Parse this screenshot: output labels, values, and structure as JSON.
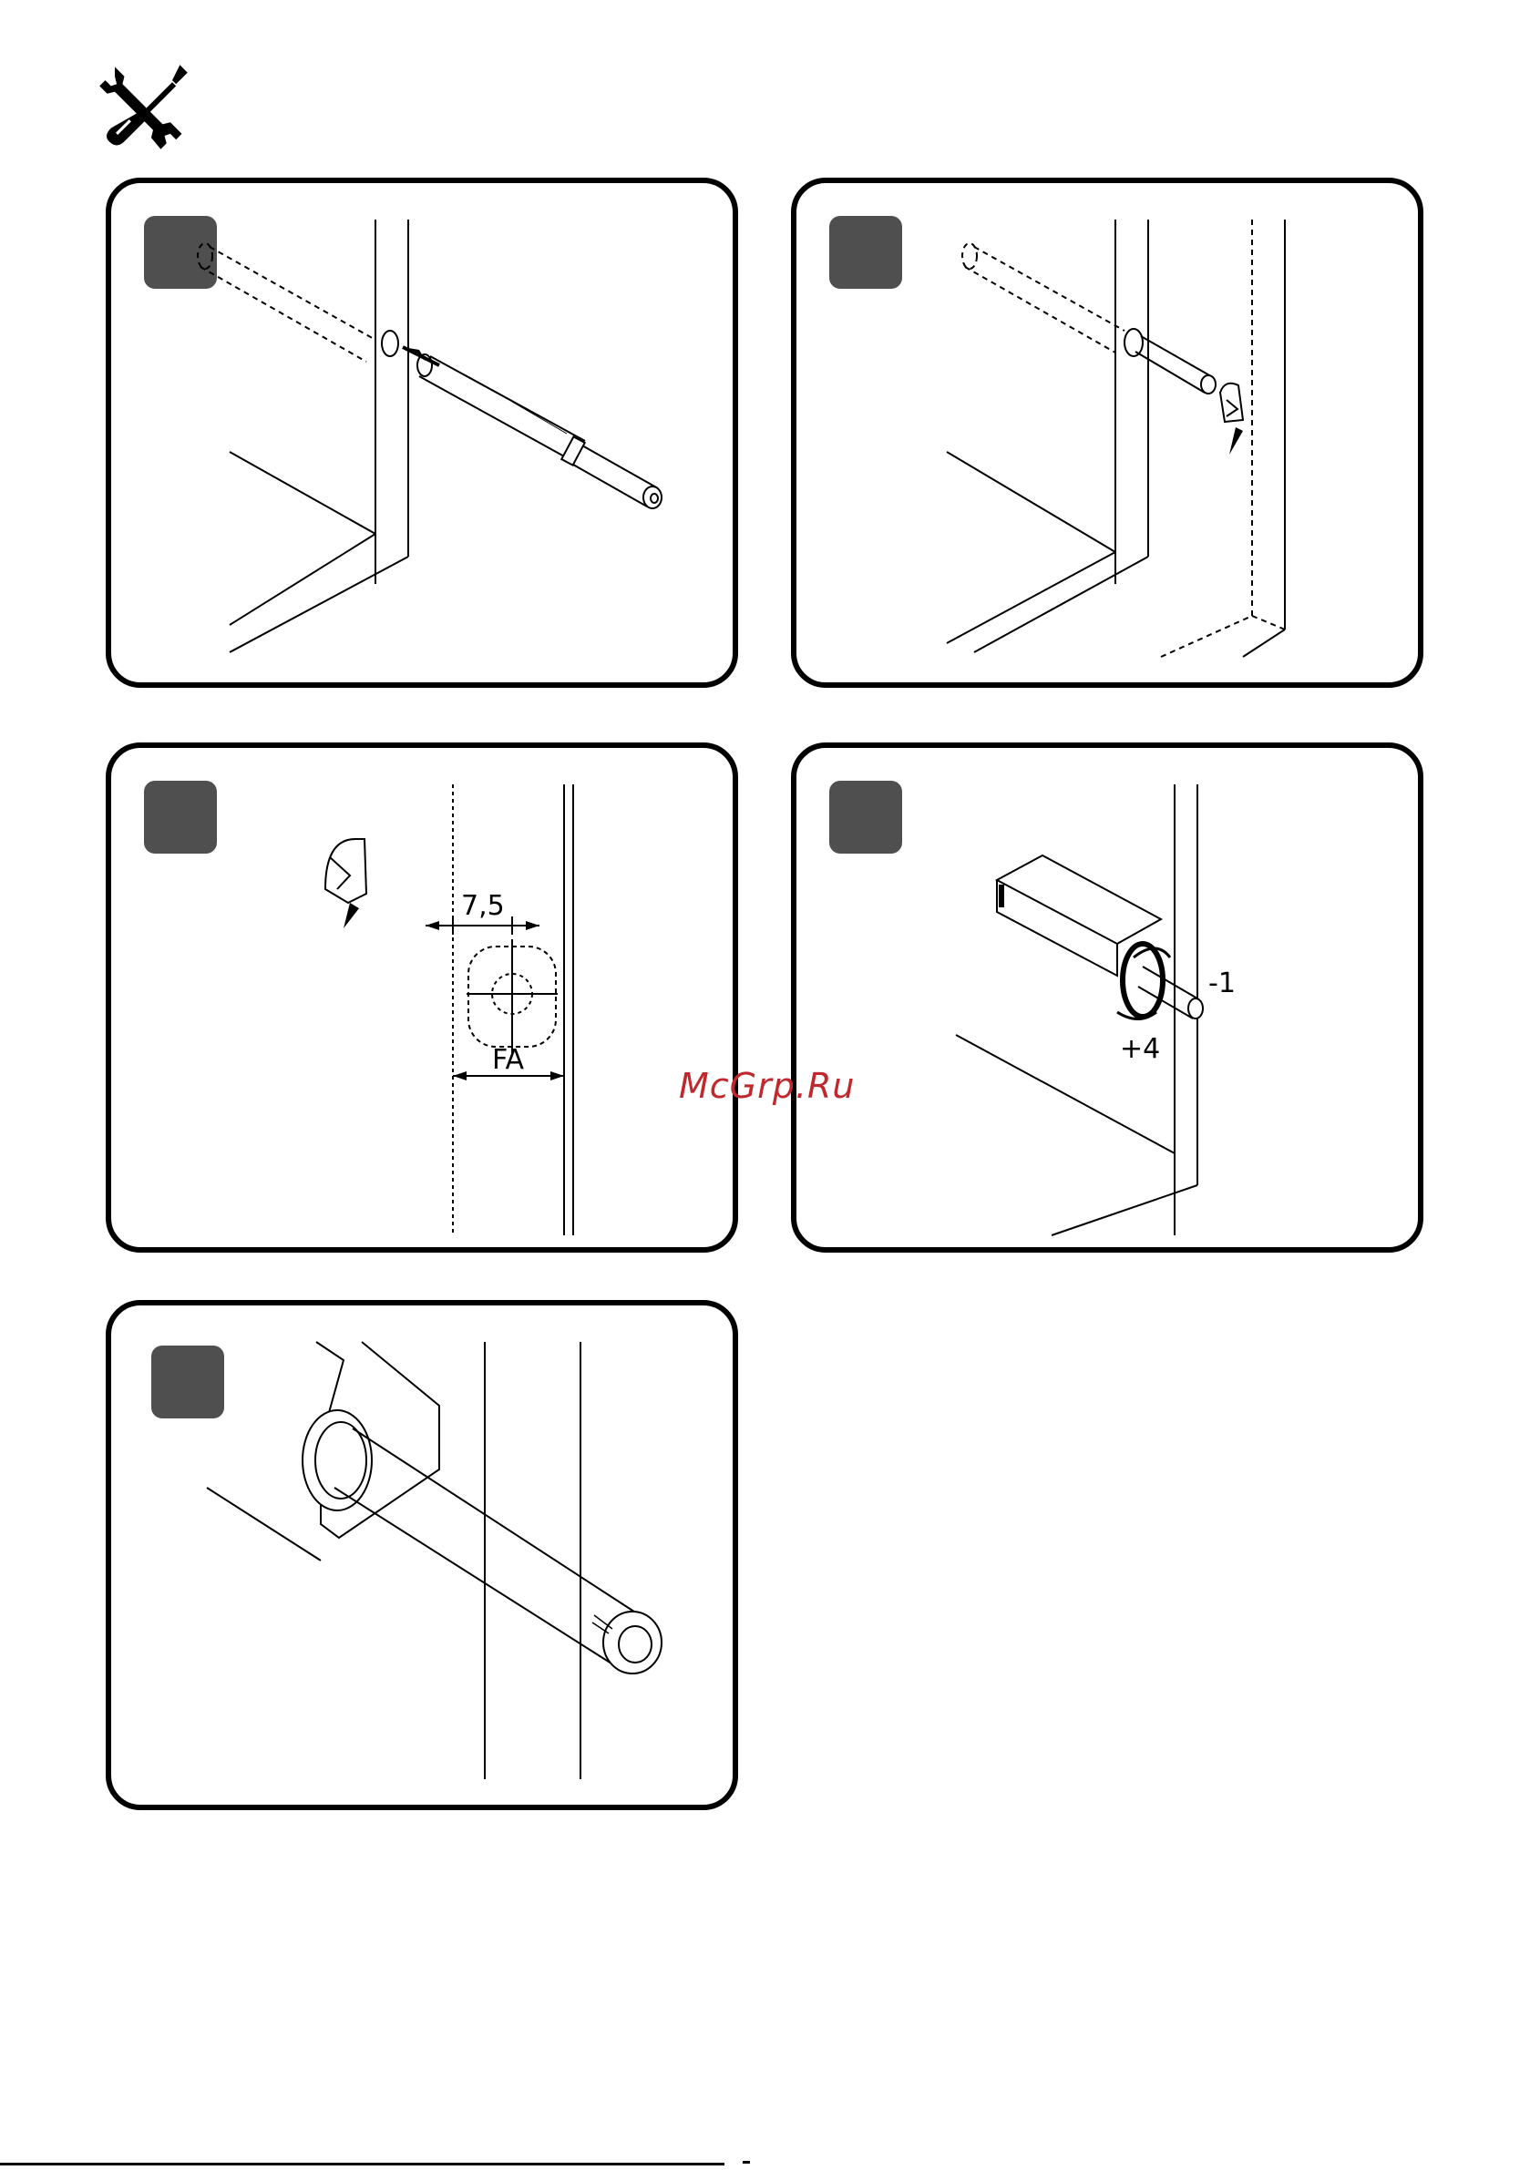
{
  "header": {
    "icon": "screwdriver-wrench-icon"
  },
  "panels": [
    {
      "id": "step-1",
      "icon": "insert-pusher-into-hole"
    },
    {
      "id": "step-2",
      "icon": "press-pusher-with-cabinet-side"
    },
    {
      "id": "step-3",
      "icon": "drilling-position",
      "dim_top": "7,5",
      "dim_bottom": "FA"
    },
    {
      "id": "step-4",
      "icon": "adjust-pusher",
      "adjust_minus": "-1",
      "adjust_plus": "+4"
    },
    {
      "id": "step-5",
      "icon": "pusher-detail"
    }
  ],
  "watermark": "McGrp.Ru"
}
